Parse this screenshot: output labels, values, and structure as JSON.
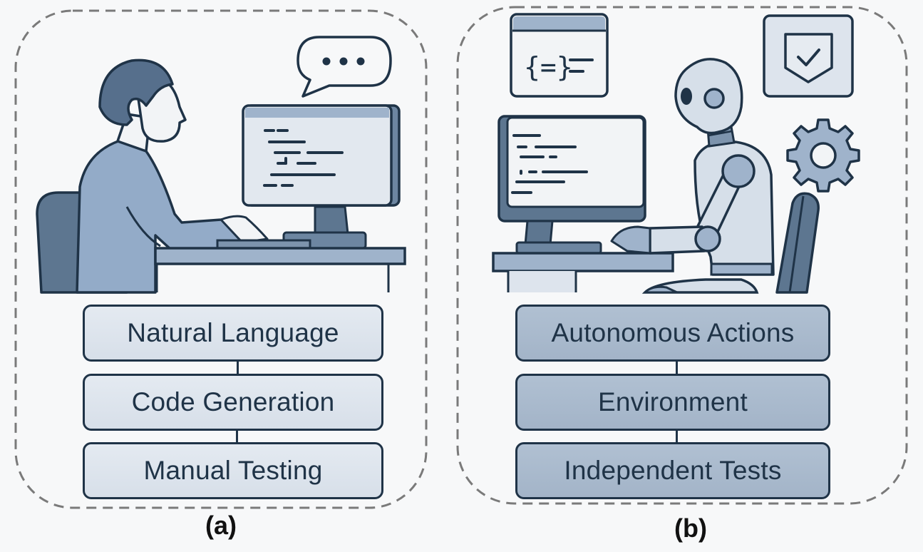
{
  "panels": [
    {
      "id": "a",
      "label": "(a)",
      "description": "Human developer at computer",
      "steps": [
        "Natural Language",
        "Code Generation",
        "Manual Testing"
      ],
      "icons": [
        "person-icon",
        "speech-bubble-icon",
        "monitor-icon",
        "chair-icon",
        "desk-icon"
      ]
    },
    {
      "id": "b",
      "label": "(b)",
      "description": "Autonomous agent (robot) at computer",
      "steps": [
        "Autonomous Actions",
        "Environment",
        "Independent Tests"
      ],
      "icons": [
        "robot-icon",
        "code-window-icon",
        "shield-check-icon",
        "gear-icon",
        "monitor-icon",
        "chair-icon",
        "desk-icon"
      ]
    }
  ],
  "colors": {
    "outline": "#1f3347",
    "human_box": "#dde4ed",
    "agent_box": "#a9b9cc",
    "dashed_border": "#7a7a7a",
    "mid_blue": "#9fb3cb",
    "dark_blue": "#5d7690"
  }
}
